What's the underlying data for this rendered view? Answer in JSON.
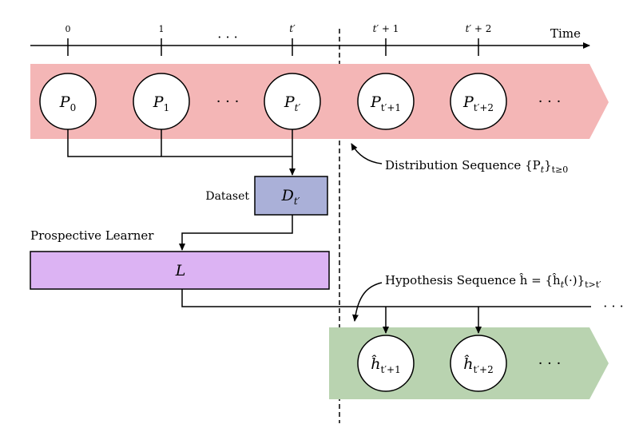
{
  "timeline": {
    "label": "Time",
    "ticks": [
      {
        "main": "0",
        "suffix": ""
      },
      {
        "main": "1",
        "suffix": ""
      },
      {
        "main": "t′",
        "suffix": ""
      },
      {
        "main": "t′",
        "suffix": " + 1"
      },
      {
        "main": "t′",
        "suffix": " + 2"
      }
    ],
    "ellipsis": "· · ·"
  },
  "distributions": {
    "nodes": [
      {
        "base": "P",
        "sub": "0"
      },
      {
        "base": "P",
        "sub": "1"
      },
      {
        "base": "P",
        "sub": "t′"
      },
      {
        "base": "P",
        "sub": "t′+1"
      },
      {
        "base": "P",
        "sub": "t′+2"
      }
    ],
    "ellipsis": "· · ·",
    "caption": "Distribution Sequence {P",
    "caption_sub": "t",
    "caption_end": "}",
    "caption_end_sub": "t≥0"
  },
  "dataset": {
    "label": "Dataset",
    "base": "D",
    "sub": "t′"
  },
  "learner": {
    "label": "Prospective Learner",
    "symbol": "L"
  },
  "hypotheses": {
    "caption": "Hypothesis Sequence ĥ = {ĥ",
    "caption_sub": "t",
    "caption_mid": "(·)}",
    "caption_end_sub": "t>t′",
    "nodes": [
      {
        "base": "ĥ",
        "sub": "t′+1"
      },
      {
        "base": "ĥ",
        "sub": "t′+2"
      }
    ],
    "ellipsis": "· · ·",
    "line_ellipsis": "· · ·"
  },
  "colors": {
    "distribution_band": "#f4b6b6",
    "dataset_box": "#aab0d8",
    "learner_box": "#dcb3f3",
    "hypothesis_band": "#b9d3b0"
  }
}
